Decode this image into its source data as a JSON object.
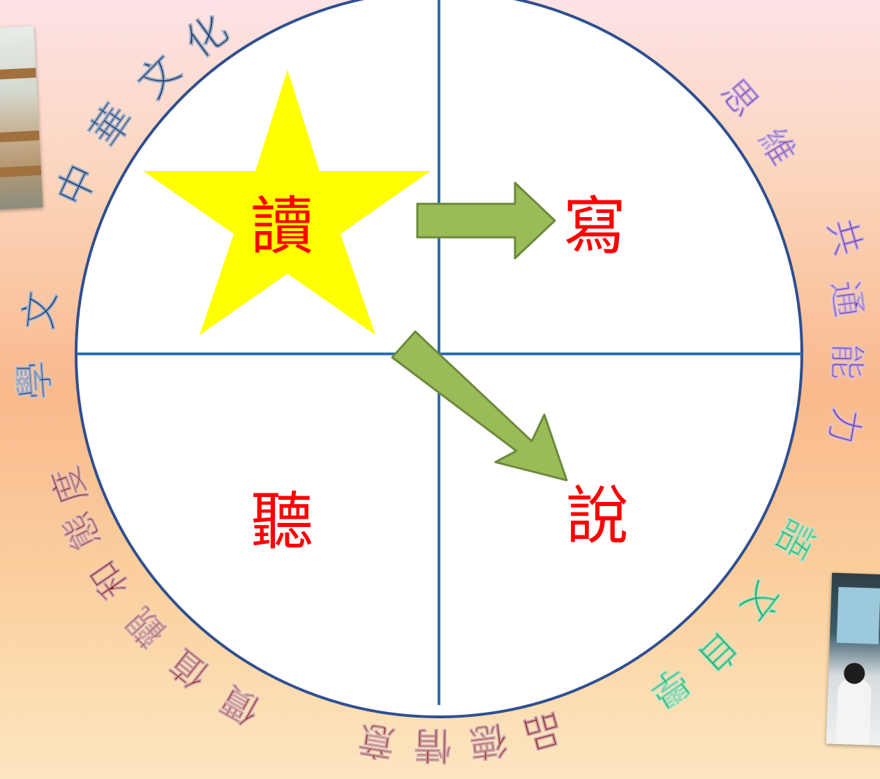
{
  "center": {
    "read": "讀",
    "write": "寫",
    "listen": "聽",
    "speak": "說"
  },
  "ring": {
    "chinese_culture": "中華文化",
    "thinking": "思維",
    "generic_skills": "共通能力",
    "self_learning": "語文自學",
    "moral_affective": "品德情意",
    "values_attitudes": "價值觀和態度",
    "literature": "文學"
  },
  "colors": {
    "background_top": "#fde3e6",
    "background_mid": "#f9b98d",
    "circle_fill": "#ffffff",
    "circle_stroke": "#2f4f8f",
    "divider": "#2e6db4",
    "star_fill": "#ffff00",
    "arrow_fill": "#9bbb59",
    "arrow_stroke": "#6b8a3a",
    "center_text": "#ff0000",
    "navy_text": "#1f3a6e",
    "purple_text": "#7030a0",
    "green_text": "#00a651",
    "maroon_text": "#8b2020"
  }
}
